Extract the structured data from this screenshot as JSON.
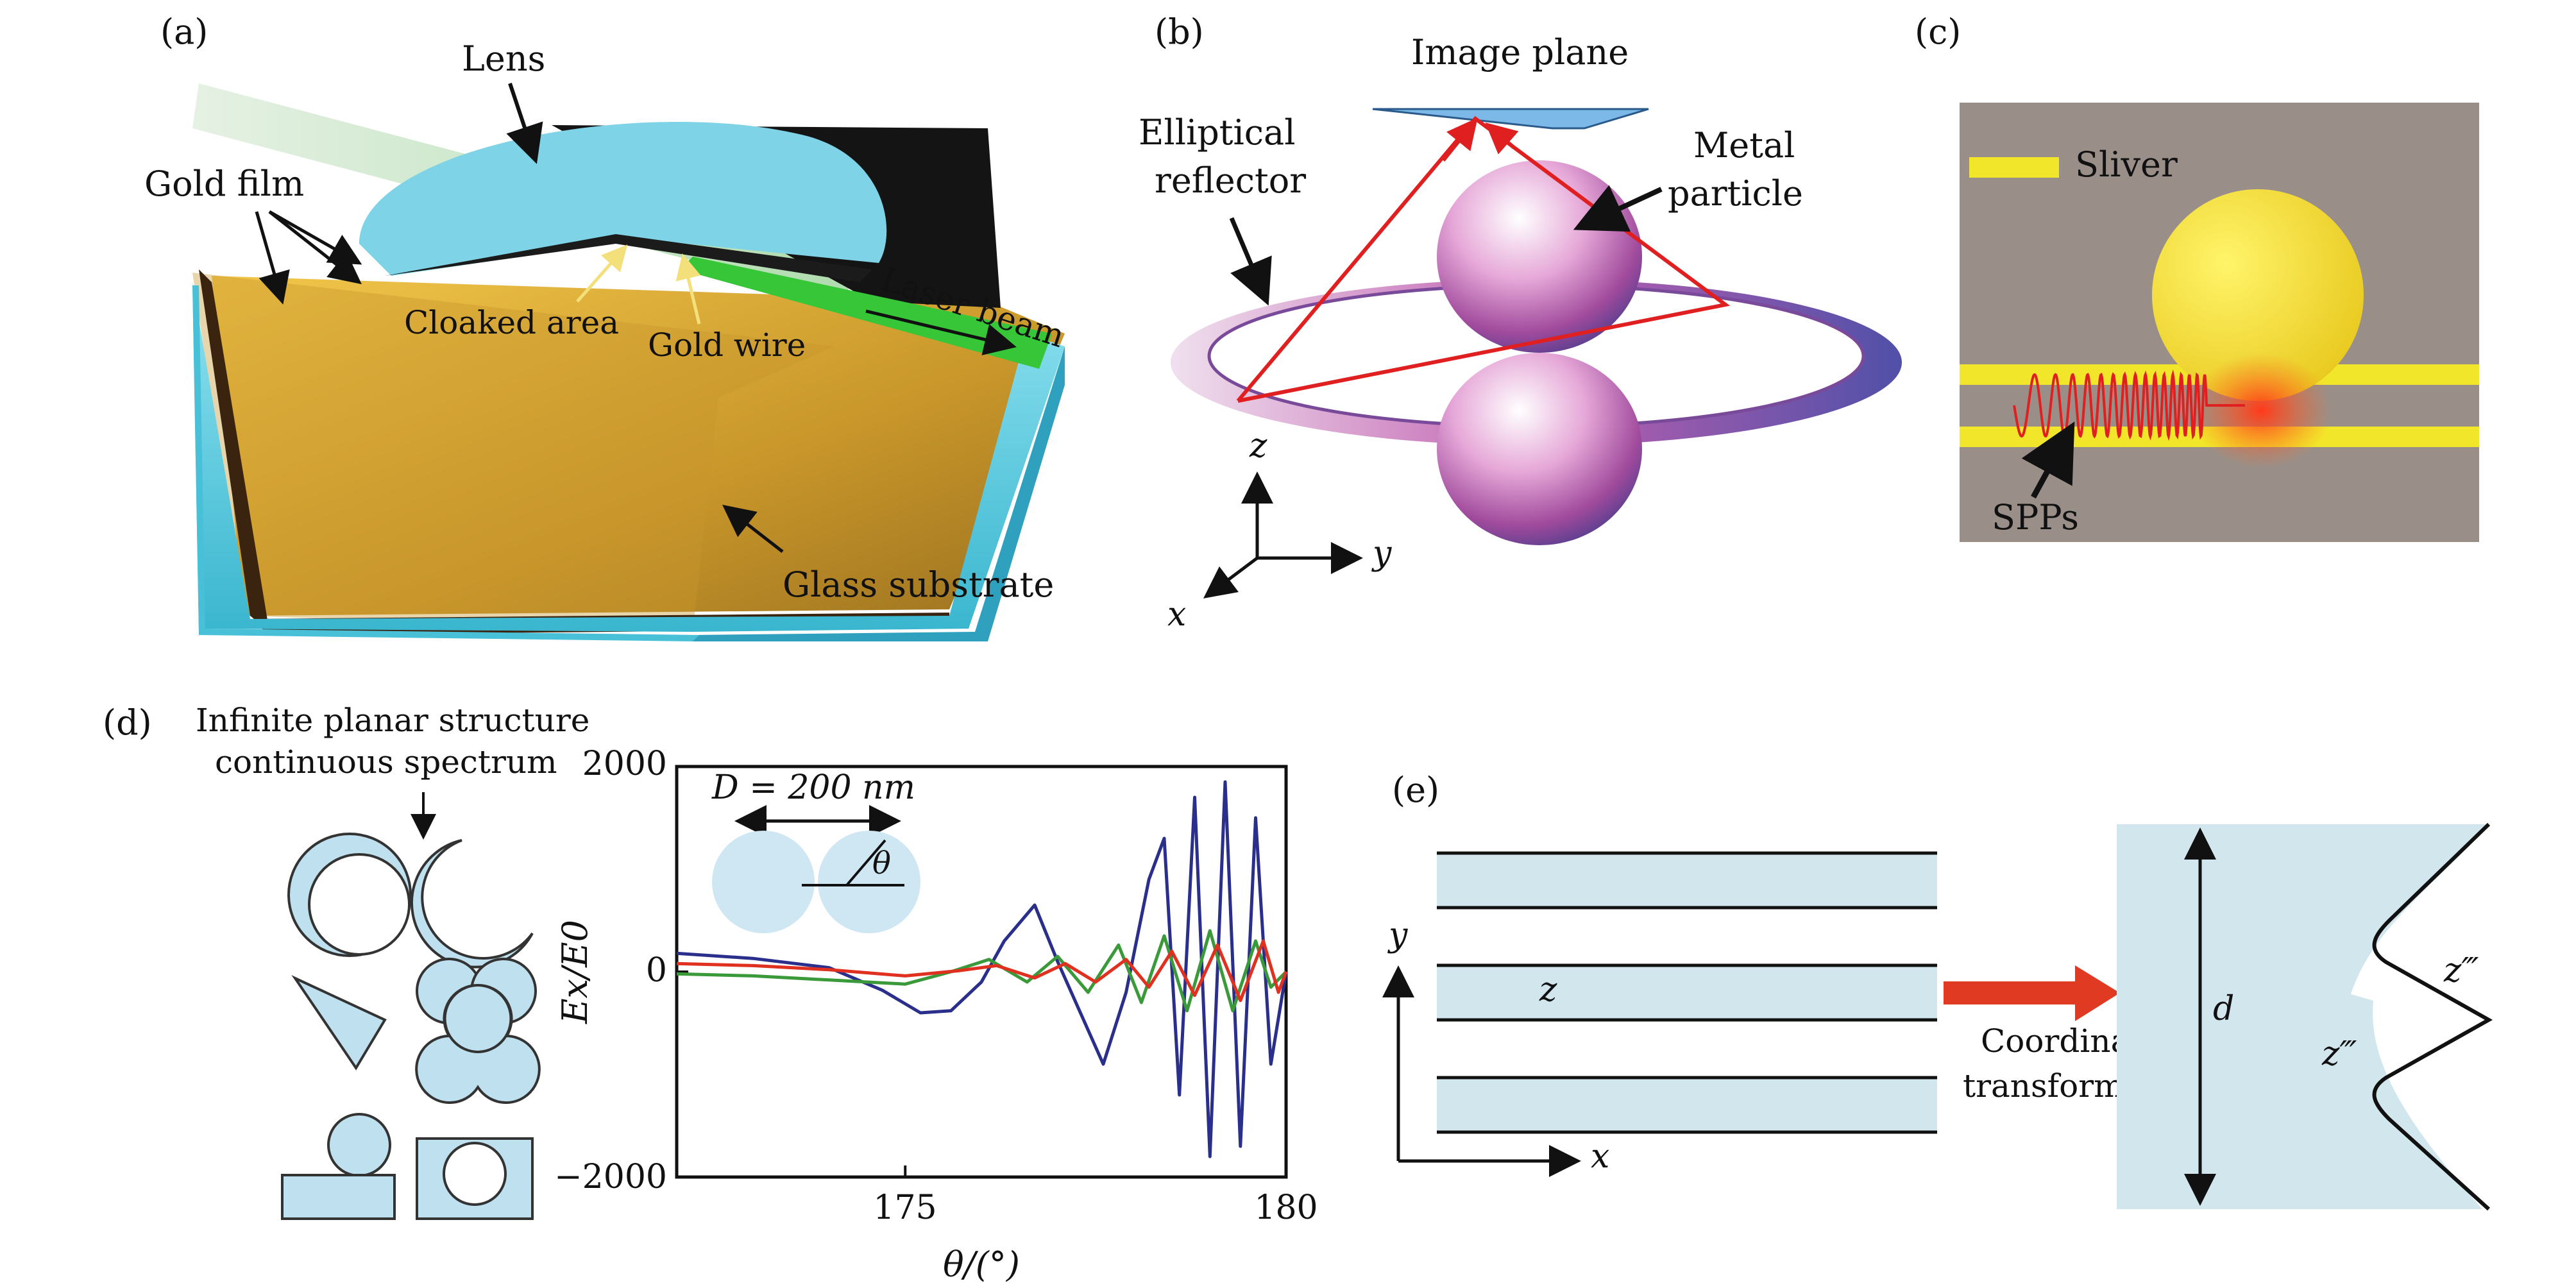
{
  "panels": {
    "a": {
      "tag": "(a)",
      "lens": "Lens",
      "gold_film": "Gold film",
      "cloaked_area": "Cloaked area",
      "gold_wire": "Gold wire",
      "laser_beam": "Laser beam",
      "glass_substrate": "Glass substrate"
    },
    "b": {
      "tag": "(b)",
      "image_plane": "Image plane",
      "elliptical_reflector_1": "Elliptical",
      "elliptical_reflector_2": "reflector",
      "metal_particle_1": "Metal",
      "metal_particle_2": "particle",
      "axis_z": "z",
      "axis_y": "y",
      "axis_x": "x"
    },
    "c": {
      "tag": "(c)",
      "sliver": "Sliver",
      "spps": "SPPs"
    },
    "d": {
      "tag": "(d)",
      "heading_1": "Infinite planar structure",
      "heading_2": "continuous spectrum",
      "inset_D": "D = 200  nm",
      "inset_theta": "θ",
      "y_label": "Ex/E0",
      "y_ticks": [
        "2000",
        "0",
        "−2000"
      ],
      "x_ticks": [
        "175",
        "180"
      ],
      "x_label": "θ/(°)"
    },
    "e": {
      "tag": "(e)",
      "axis_y": "y",
      "axis_x": "x",
      "z": "z",
      "coord_1": "Coordinate",
      "coord_2": "transformation",
      "d": "d",
      "z3a": "z‴",
      "z3b": "z‴"
    }
  },
  "chart_data": {
    "type": "line",
    "xlabel": "θ/(°)",
    "ylabel": "Ex/E0",
    "xlim": [
      172,
      180
    ],
    "ylim": [
      -2000,
      2000
    ],
    "x_ticks": [
      175,
      180
    ],
    "y_ticks": [
      -2000,
      0,
      2000
    ],
    "series": [
      {
        "color": "#2a2f8c",
        "x": [
          172,
          173,
          174,
          174.7,
          175.2,
          175.6,
          176.0,
          176.3,
          176.7,
          177.0,
          177.3,
          177.6,
          177.9,
          178.2,
          178.4,
          178.6,
          178.8,
          179.0,
          179.2,
          179.4,
          179.6,
          179.8,
          180
        ],
        "values": [
          180,
          130,
          40,
          -180,
          -400,
          -380,
          -100,
          300,
          650,
          100,
          -400,
          -900,
          -200,
          900,
          1300,
          -1200,
          1700,
          -1800,
          1850,
          -1700,
          1500,
          -900,
          0
        ]
      },
      {
        "color": "#3a9a3a",
        "x": [
          172,
          173,
          174,
          175,
          175.6,
          176.1,
          176.6,
          177.0,
          177.4,
          177.8,
          178.1,
          178.4,
          178.7,
          179.0,
          179.3,
          179.6,
          179.8,
          180
        ],
        "values": [
          -20,
          -40,
          -80,
          -120,
          0,
          120,
          -100,
          150,
          -200,
          260,
          -300,
          350,
          -380,
          400,
          -380,
          300,
          -150,
          0
        ]
      },
      {
        "color": "#e03020",
        "x": [
          172,
          173,
          174,
          175,
          175.7,
          176.2,
          176.7,
          177.1,
          177.5,
          177.9,
          178.2,
          178.5,
          178.8,
          179.1,
          179.4,
          179.7,
          179.9,
          180
        ],
        "values": [
          80,
          60,
          20,
          -40,
          10,
          60,
          -60,
          80,
          -100,
          120,
          -150,
          200,
          -230,
          260,
          -280,
          300,
          -200,
          0
        ]
      }
    ]
  },
  "colors": {
    "lens_blue": "#7fd3e6",
    "gold": "#d8a62a",
    "laser_green": "#3cc43c",
    "panel_c_bg": "#9a8f88",
    "sliver_yellow": "#f2e62a",
    "light_blue": "#bfe0ee",
    "arrow_red": "#e03a22"
  }
}
